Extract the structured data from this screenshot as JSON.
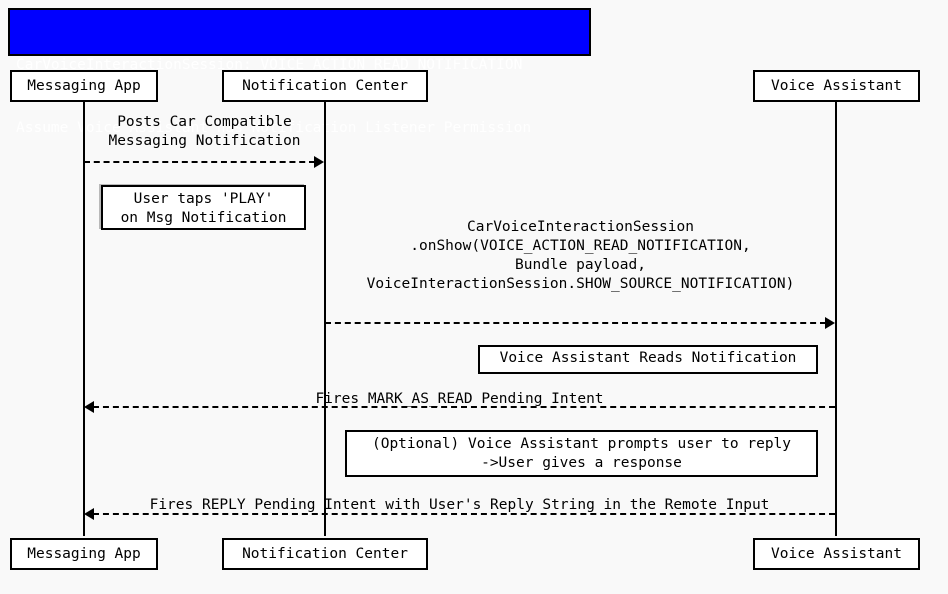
{
  "diagram": {
    "type": "sequence-diagram",
    "background_color": "#f9f9f9",
    "title_banner": {
      "background_color": "#0000ff",
      "text_color": "#ffffff",
      "line1": "CarVoiceInteractionSession: VOICE_ACTION_READ_NOTIFICATION",
      "line2": "Assume Voice Assistant has Notification Listener Permission"
    },
    "participants": [
      {
        "id": "messaging-app",
        "label": "Messaging App"
      },
      {
        "id": "notification-center",
        "label": "Notification Center"
      },
      {
        "id": "voice-assistant",
        "label": "Voice Assistant"
      }
    ],
    "messages": [
      {
        "id": "post-notification",
        "from": "messaging-app",
        "to": "notification-center",
        "direction": "right",
        "style": "dashed",
        "label_line1": "Posts Car Compatible",
        "label_line2": "Messaging Notification"
      },
      {
        "id": "on-show",
        "from": "notification-center",
        "to": "voice-assistant",
        "direction": "right",
        "style": "dashed",
        "label_line1": "CarVoiceInteractionSession",
        "label_line2": ".onShow(VOICE_ACTION_READ_NOTIFICATION,",
        "label_line3": "Bundle payload,",
        "label_line4": "VoiceInteractionSession.SHOW_SOURCE_NOTIFICATION)"
      },
      {
        "id": "mark-as-read",
        "from": "voice-assistant",
        "to": "messaging-app",
        "direction": "left",
        "style": "dashed",
        "label_line1": "Fires MARK_AS_READ Pending Intent"
      },
      {
        "id": "reply-intent",
        "from": "voice-assistant",
        "to": "messaging-app",
        "direction": "left",
        "style": "dashed",
        "label_line1": "Fires REPLY Pending Intent with User's Reply String in the Remote Input"
      }
    ],
    "notes": [
      {
        "id": "user-taps-play",
        "line1": "User taps 'PLAY'",
        "line2": "on Msg Notification"
      },
      {
        "id": "assistant-reads",
        "line1": "Voice Assistant Reads Notification"
      },
      {
        "id": "optional-reply-prompt",
        "line1": "(Optional) Voice Assistant prompts user to reply",
        "line2": "->User gives a response"
      }
    ]
  }
}
